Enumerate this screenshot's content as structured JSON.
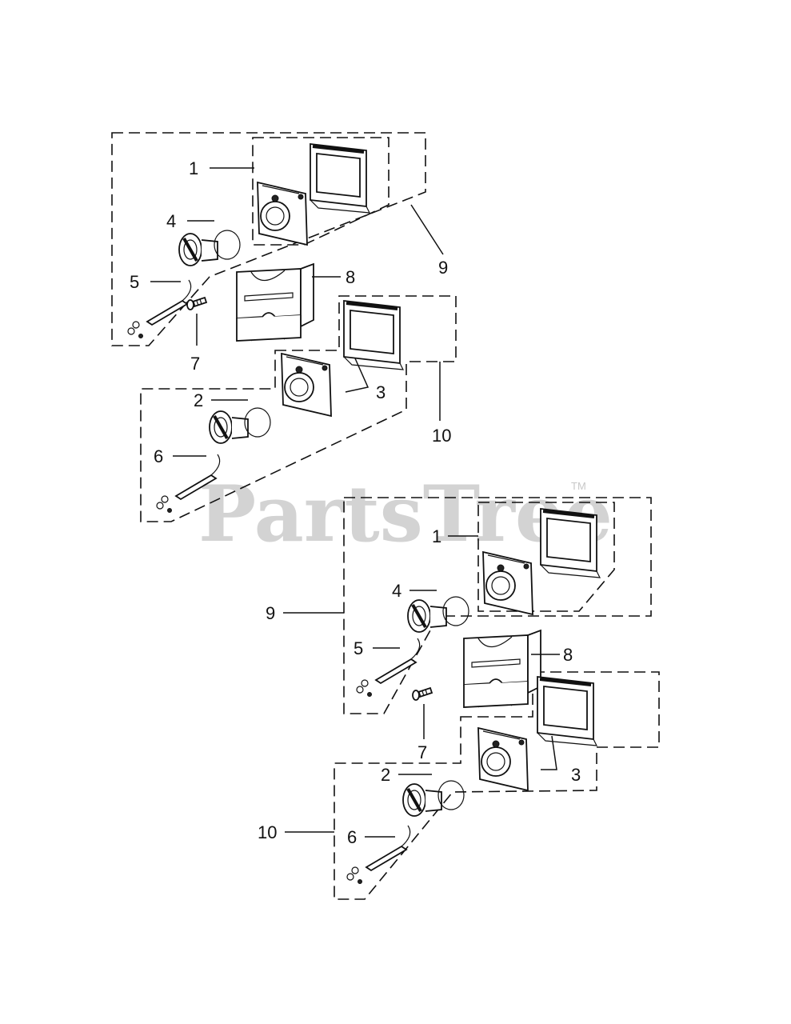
{
  "watermark": {
    "text": "PartsTree",
    "trademark": "TM"
  },
  "callouts": {
    "upper": {
      "part_1": "1",
      "part_4": "4",
      "part_5": "5",
      "part_7": "7",
      "part_8": "8",
      "part_9": "9",
      "part_3": "3",
      "part_10": "10",
      "part_2": "2",
      "part_6": "6"
    },
    "lower": {
      "part_1": "1",
      "part_4": "4",
      "part_9": "9",
      "part_5": "5",
      "part_8": "8",
      "part_7": "7",
      "part_3": "3",
      "part_2": "2",
      "part_10": "10",
      "part_6": "6"
    }
  },
  "colors": {
    "line": "#111111",
    "watermark": "#d3d3d3",
    "background": "#ffffff"
  }
}
